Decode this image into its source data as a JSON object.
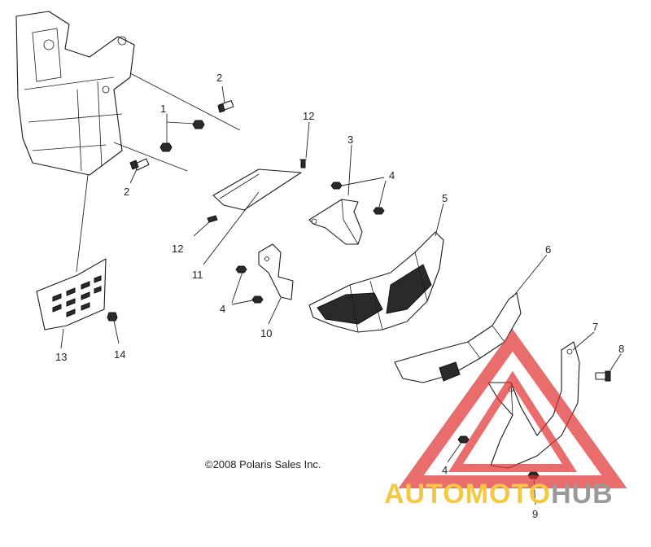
{
  "diagram": {
    "callouts": {
      "c1": "1",
      "c2a": "2",
      "c2b": "2",
      "c3": "3",
      "c4a": "4",
      "c4b": "4",
      "c4c": "4",
      "c5": "5",
      "c6": "6",
      "c7": "7",
      "c8": "8",
      "c9": "9",
      "c10": "10",
      "c11": "11",
      "c12a": "12",
      "c12b": "12",
      "c13": "13",
      "c14": "14"
    },
    "copyright": "©2008 Polaris Sales Inc."
  },
  "watermark": {
    "part_a": "AUTOMOTO",
    "part_b": "HUB",
    "triangle_color": "#e03030",
    "text_color_a": "#f5c842",
    "text_color_b": "#9a9a9a"
  }
}
